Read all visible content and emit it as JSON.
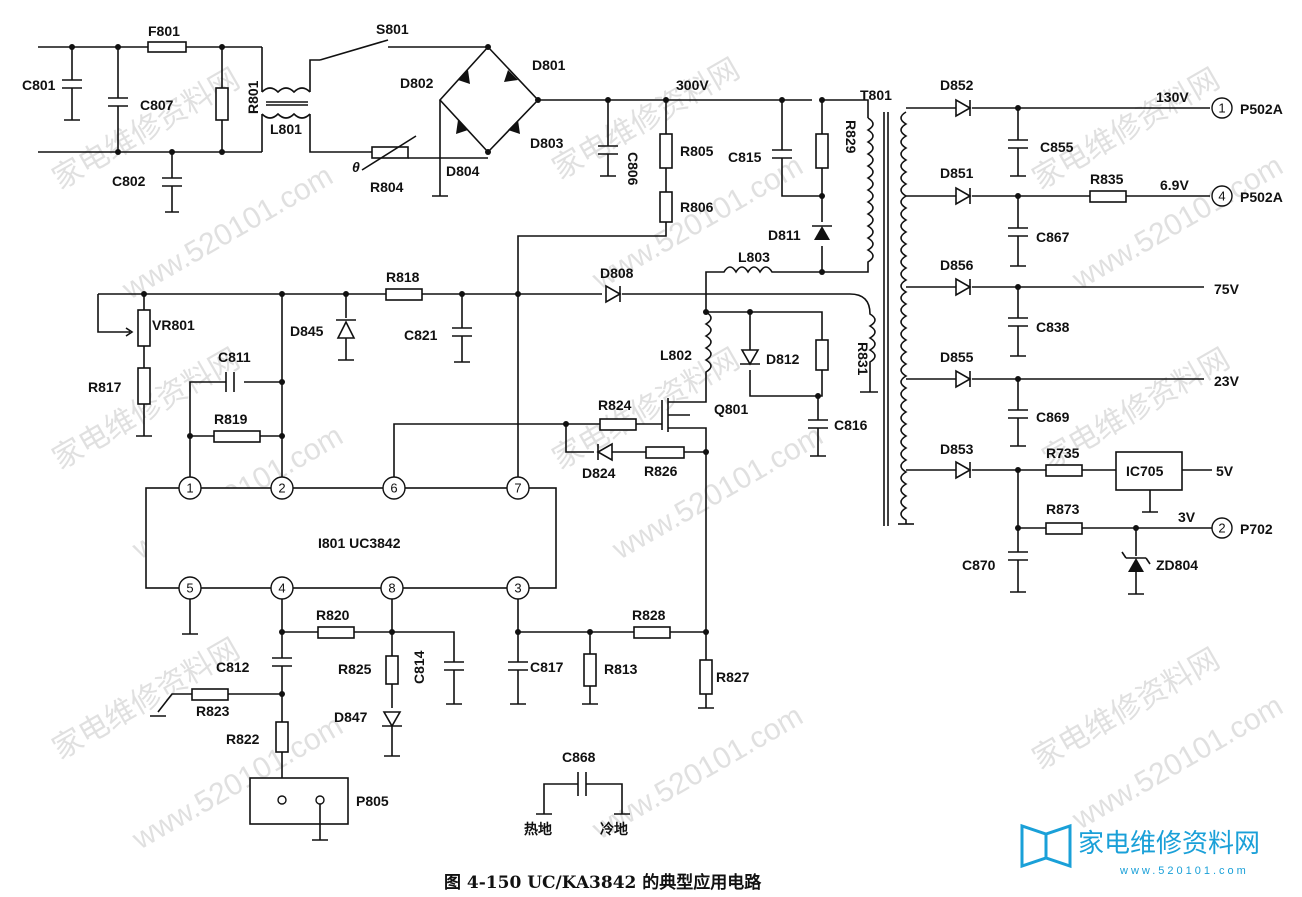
{
  "caption": "图 4-150   UC/KA3842 的典型应用电路",
  "ic": {
    "name": "I801  UC3842",
    "pins_top": [
      "1",
      "2",
      "6",
      "7"
    ],
    "pins_bottom": [
      "5",
      "4",
      "8",
      "3"
    ]
  },
  "labels": {
    "F801": "F801",
    "S801": "S801",
    "C801": "C801",
    "C807": "C807",
    "R801": "R801",
    "L801": "L801",
    "C802": "C802",
    "theta": "θ",
    "R804": "R804",
    "D802": "D802",
    "D801": "D801",
    "D803": "D803",
    "D804": "D804",
    "V300": "300V",
    "C806": "C806",
    "R805": "R805",
    "R806": "R806",
    "C815": "C815",
    "R829": "R829",
    "D811": "D811",
    "T801": "T801",
    "L803": "L803",
    "D808": "D808",
    "VR801": "VR801",
    "R818": "R818",
    "D845": "D845",
    "C821": "C821",
    "R817": "R817",
    "C811": "C811",
    "R819": "R819",
    "L802": "L802",
    "D812": "D812",
    "R831": "R831",
    "R824": "R824",
    "Q801": "Q801",
    "C816": "C816",
    "D824": "D824",
    "R826": "R826",
    "R820": "R820",
    "R825": "R825",
    "C814": "C814",
    "C812": "C812",
    "R823": "R823",
    "R822": "R822",
    "D847": "D847",
    "P805": "P805",
    "C817": "C817",
    "R813": "R813",
    "R828": "R828",
    "R827": "R827",
    "C868": "C868",
    "hot_ground": "热地",
    "cold_ground": "冷地",
    "D852": "D852",
    "C855": "C855",
    "D851": "D851",
    "R835": "R835",
    "C867": "C867",
    "D856": "D856",
    "C838": "C838",
    "D855": "D855",
    "C869": "C869",
    "D853": "D853",
    "R735": "R735",
    "IC705": "IC705",
    "R873": "R873",
    "C870": "C870",
    "ZD804": "ZD804"
  },
  "outputs": {
    "v130": "130V",
    "v6_9": "6.9V",
    "v75": "75V",
    "v23": "23V",
    "v5": "5V",
    "v3": "3V",
    "conn1_pin": "1",
    "conn1": "P502A",
    "conn4_pin": "4",
    "conn4": "P502A",
    "conn2_pin": "2",
    "conn2": "P702"
  },
  "watermark": {
    "site": "www.520101.com",
    "brand": "家电维修资料网",
    "logo_text": "家电维修资料网",
    "logo_url": "www.520101.com"
  }
}
